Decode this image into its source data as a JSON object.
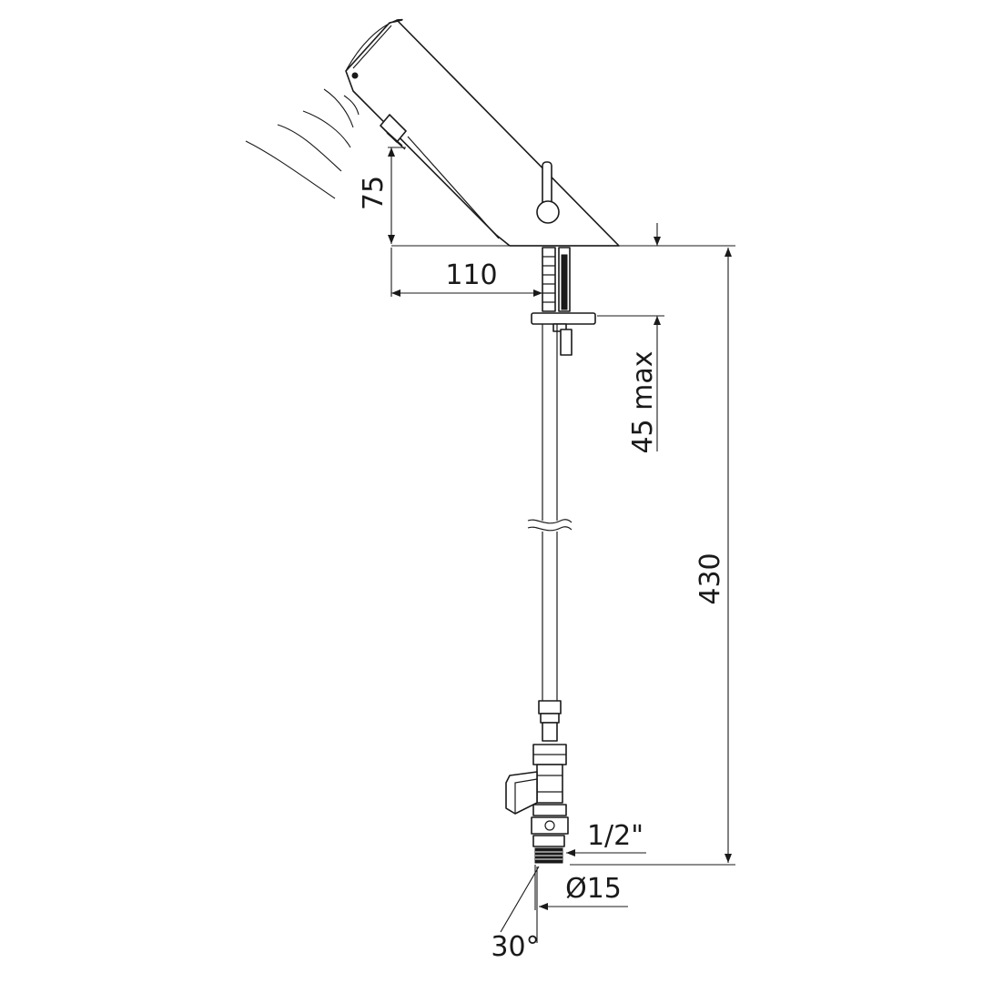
{
  "dimensions": {
    "sensor_height": "75",
    "spout_reach": "110",
    "deck_thickness": "45 max",
    "total_length": "430",
    "thread_size": "1/2\"",
    "pipe_diameter": "Ø15",
    "angle": "30°"
  },
  "colors": {
    "line": "#1a1a1a",
    "background": "#ffffff"
  }
}
